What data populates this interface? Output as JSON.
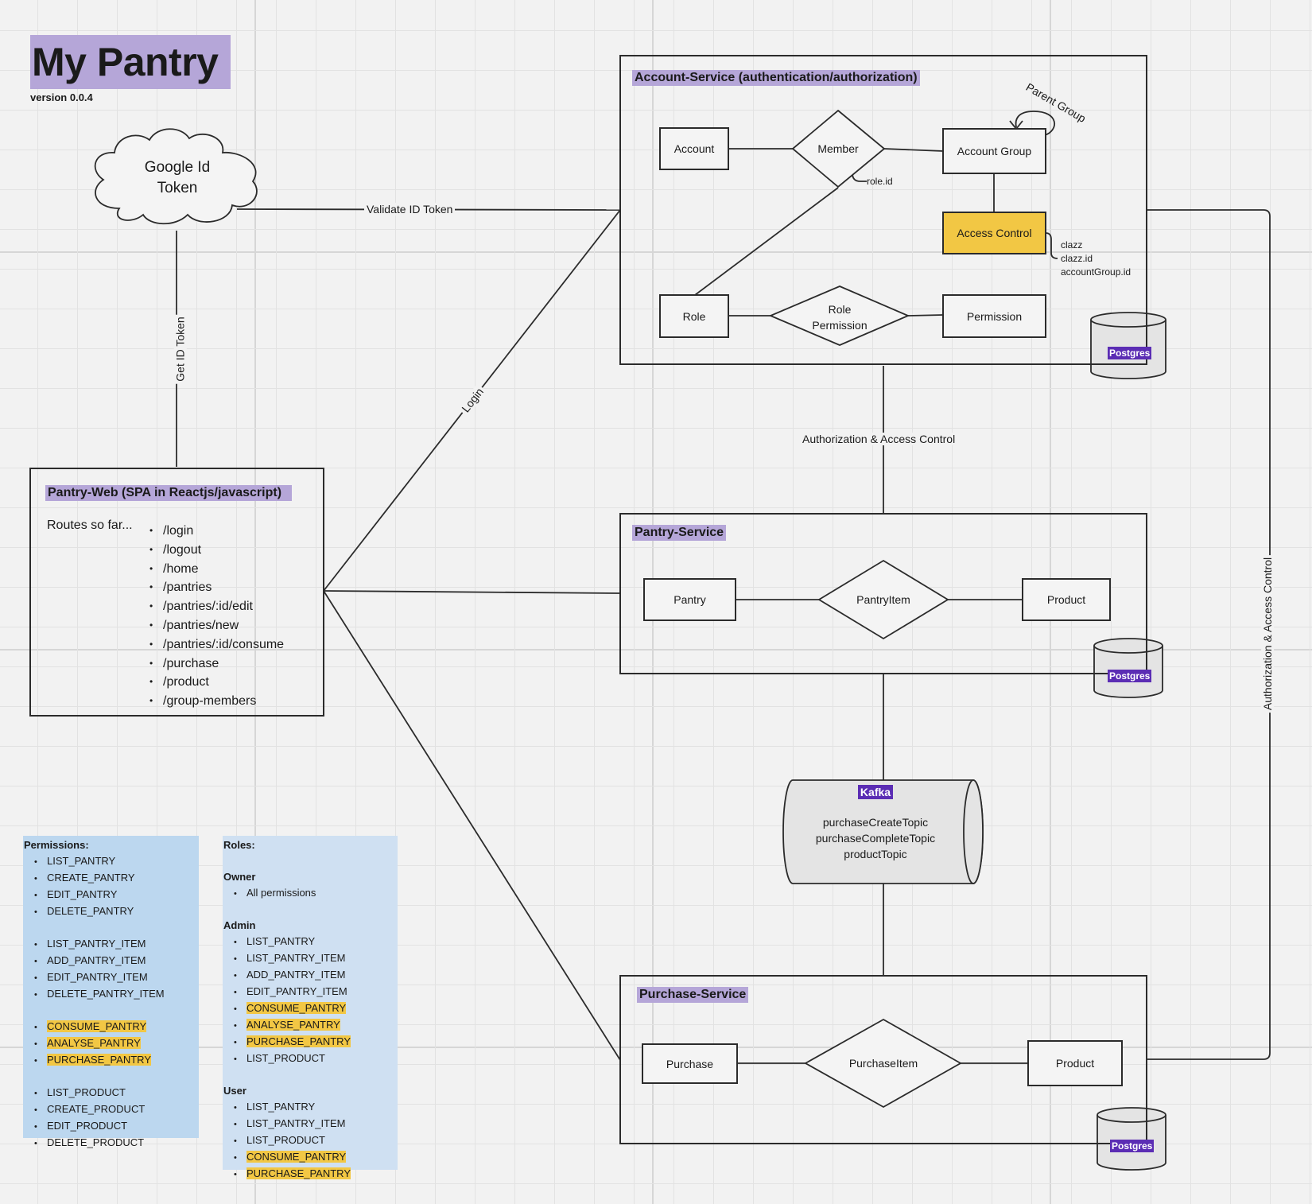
{
  "header": {
    "title": "My Pantry",
    "version": "version 0.0.4"
  },
  "cloud": {
    "label_line1": "Google Id",
    "label_line2": "Token"
  },
  "edges": {
    "validate_id_token": "Validate ID Token",
    "get_id_token": "Get ID Token",
    "login": "Login",
    "auth_access_center": "Authorization & Access Control",
    "auth_access_right": "Authorization & Access Control",
    "parent_group": "Parent Group",
    "role_id": "role.id",
    "access_attrs": [
      "clazz",
      "clazz.id",
      "accountGroup.id"
    ]
  },
  "account_service": {
    "title": "Account-Service (authentication/authorization)",
    "account": "Account",
    "member": "Member",
    "account_group": "Account Group",
    "access_control": "Access Control",
    "role": "Role",
    "role_permission_line1": "Role",
    "role_permission_line2": "Permission",
    "permission": "Permission",
    "db": "Postgres"
  },
  "pantry_web": {
    "title": "Pantry-Web (SPA in Reactjs/javascript)",
    "routes_intro": "Routes so far...",
    "routes": [
      "/login",
      "/logout",
      "/home",
      "/pantries",
      "/pantries/:id/edit",
      "/pantries/new",
      "/pantries/:id/consume",
      "/purchase",
      "/product",
      "/group-members"
    ]
  },
  "pantry_service": {
    "title": "Pantry-Service",
    "pantry": "Pantry",
    "pantry_item": "PantryItem",
    "product": "Product",
    "db": "Postgres"
  },
  "kafka": {
    "title": "Kafka",
    "topics": [
      "purchaseCreateTopic",
      "purchaseCompleteTopic",
      "productTopic"
    ]
  },
  "purchase_service": {
    "title": "Purchase-Service",
    "purchase": "Purchase",
    "purchase_item": "PurchaseItem",
    "product": "Product",
    "db": "Postgres"
  },
  "permissions_panel": {
    "title": "Permissions:",
    "groups": [
      [
        "LIST_PANTRY",
        "CREATE_PANTRY",
        "EDIT_PANTRY",
        "DELETE_PANTRY"
      ],
      [
        "LIST_PANTRY_ITEM",
        "ADD_PANTRY_ITEM",
        "EDIT_PANTRY_ITEM",
        "DELETE_PANTRY_ITEM"
      ],
      [
        "CONSUME_PANTRY",
        "ANALYSE_PANTRY",
        "PURCHASE_PANTRY"
      ],
      [
        "LIST_PRODUCT",
        "CREATE_PRODUCT",
        "EDIT_PRODUCT",
        "DELETE_PRODUCT"
      ]
    ]
  },
  "roles_panel": {
    "title": "Roles:",
    "owner": {
      "name": "Owner",
      "items": [
        "All permissions"
      ]
    },
    "admin": {
      "name": "Admin",
      "items": [
        "LIST_PANTRY",
        "LIST_PANTRY_ITEM",
        "ADD_PANTRY_ITEM",
        "EDIT_PANTRY_ITEM",
        "CONSUME_PANTRY",
        "ANALYSE_PANTRY",
        "PURCHASE_PANTRY",
        "LIST_PRODUCT"
      ]
    },
    "user": {
      "name": "User",
      "items": [
        "LIST_PANTRY",
        "LIST_PANTRY_ITEM",
        "LIST_PRODUCT",
        "CONSUME_PANTRY",
        "PURCHASE_PANTRY"
      ]
    }
  },
  "highlight_color": "#f2c744",
  "title_highlight_color": "#b5a6d8",
  "db_label_color": "#5b2db4"
}
